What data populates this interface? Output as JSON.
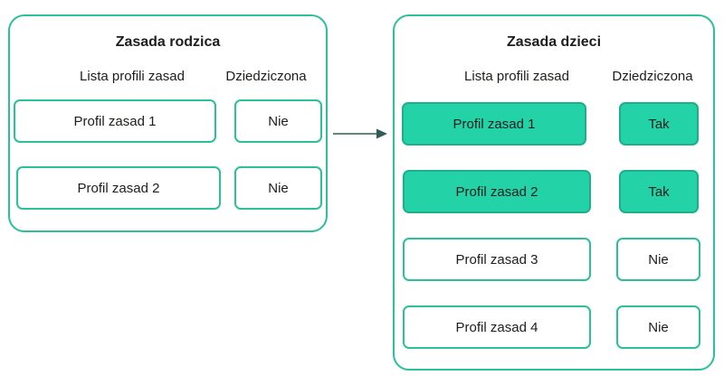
{
  "parent": {
    "title": "Zasada rodzica",
    "col_list": "Lista profili zasad",
    "col_inherited": "Dziedziczona",
    "rows": [
      {
        "profile": "Profil zasad 1",
        "inherited": "Nie"
      },
      {
        "profile": "Profil zasad 2",
        "inherited": "Nie"
      }
    ]
  },
  "child": {
    "title": "Zasada dzieci",
    "col_list": "Lista profili zasad",
    "col_inherited": "Dziedziczona",
    "rows": [
      {
        "profile": "Profil zasad 1",
        "inherited": "Tak"
      },
      {
        "profile": "Profil zasad 2",
        "inherited": "Tak"
      },
      {
        "profile": "Profil zasad 3",
        "inherited": "Nie"
      },
      {
        "profile": "Profil zasad 4",
        "inherited": "Nie"
      }
    ]
  },
  "colors": {
    "border": "#2bbf9a",
    "inherited_fill": "#23d3a7",
    "arrow": "#2e5e57"
  }
}
